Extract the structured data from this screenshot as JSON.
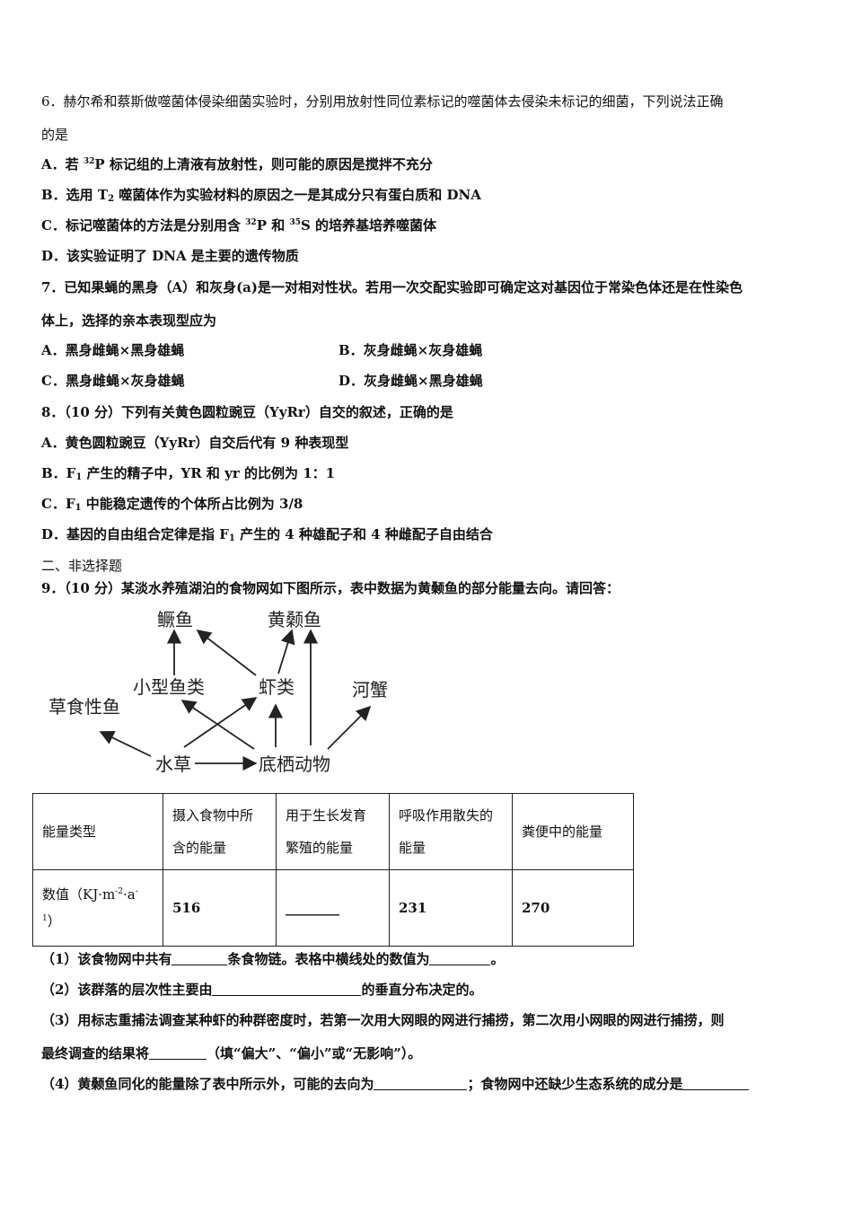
{
  "q6": {
    "stem1": "6．赫尔希和蔡斯做噬菌体侵染细菌实验时，分别用放射性同位素标记的噬菌体去侵染未标记的细菌，下列说法正确",
    "stem2": "的是",
    "a_pre": "A．若 ",
    "a_sup": "32",
    "a_post": "P 标记组的上清液有放射性，则可能的原因是搅拌不充分",
    "b_pre": "B．选用 T",
    "b_sub": "2",
    "b_post": " 噬菌体作为实验材料的原因之一是其成分只有蛋白质和 DNA",
    "c_pre": "C．标记噬菌体的方法是分别用含 ",
    "c_sup1": "32",
    "c_mid": "P 和 ",
    "c_sup2": "35",
    "c_post": "S 的培养基培养噬菌体",
    "d": "D．该实验证明了 DNA 是主要的遗传物质"
  },
  "q7": {
    "stem1": "7．已知果蝇的黑身（A）和灰身(a)是一对相对性状。若用一次交配实验即可确定这对基因位于常染色体还是在性染色",
    "stem2": "体上，选择的亲本表现型应为",
    "a": "A．黑身雌蝇×黑身雄蝇",
    "b": "B．灰身雌蝇×灰身雄蝇",
    "c": "C．黑身雌蝇×灰身雄蝇",
    "d": "D．灰身雌蝇×黑身雄蝇"
  },
  "q8": {
    "stem": "8．（10 分）下列有关黄色圆粒豌豆（YyRr）自交的叙述，正确的是",
    "a": "A．黄色圆粒豌豆（YyRr）自交后代有 9 种表现型",
    "b_pre": "B．F",
    "b_sub": "1",
    "b_post": " 产生的精子中，YR 和 yr 的比例为 1：1",
    "c_pre": "C．F",
    "c_sub": "1",
    "c_post": " 中能稳定遗传的个体所占比例为 3/8",
    "d_pre": "D．基因的自由组合定律是指 F",
    "d_sub": "1",
    "d_post": " 产生的 4 种雄配子和 4 种雌配子自由结合"
  },
  "section2": "二、非选择题",
  "q9": {
    "stem": "9．（10 分）某淡水养殖湖泊的食物网如下图所示，表中数据为黄颡鱼的部分能量去向。请回答：",
    "foodweb": {
      "n_guiyu": "鳜鱼",
      "n_huangsangyu": "黄颡鱼",
      "n_xiaoxing": "小型鱼类",
      "n_xialei": "虾类",
      "n_hexie": "河蟹",
      "n_caoshi": "草食性鱼",
      "n_shuicao": "水草",
      "n_diqi": "底栖动物"
    },
    "table": {
      "h1": "能量类型",
      "h2a": "摄入食物中所",
      "h2b": "含的能量",
      "h3a": "用于生长发育",
      "h3b": "繁殖的能量",
      "h4a": "呼吸作用散失的",
      "h4b": "能量",
      "h5": "粪便中的能量",
      "r_label_pre": "数值（KJ·m",
      "r_sup1": "-2",
      "r_mid": "·a",
      "r_sup2": "-",
      "r_sup3": "1",
      "r_end": "）",
      "v1": "516",
      "v2": "________",
      "v3": "231",
      "v4": "270"
    },
    "p1_a": "（1）该食物网中共有",
    "p1_b": "条食物链。表格中横线处的数值为",
    "p1_c": "。",
    "p2_a": "（2）该群落的层次性主要由",
    "p2_b": "的垂直分布决定的。",
    "p3_a": "（3）用标志重捕法调查某种虾的种群密度时，若第一次用大网眼的网进行捕捞，第二次用小网眼的网进行捕捞，则",
    "p3_b": "最终调查的结果将",
    "p3_c": "（填“偏大”、“偏小”或“无影响”）。",
    "p4_a": "（4）黄颡鱼同化的能量除了表中所示外，可能的去向为",
    "p4_b": "；食物网中还缺少生态系统的成分是"
  }
}
